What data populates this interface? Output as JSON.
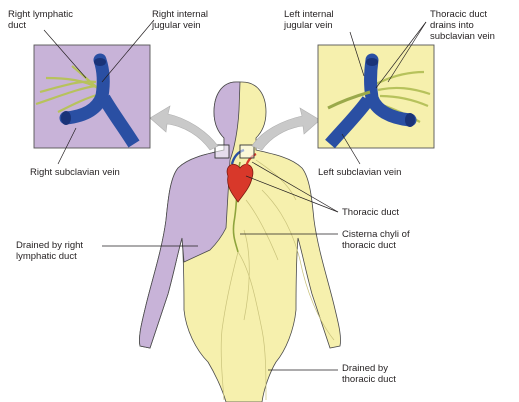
{
  "labels": {
    "right_lymphatic_duct": [
      "Right lymphatic",
      "duct"
    ],
    "right_internal_jugular": [
      "Right internal",
      "jugular vein"
    ],
    "left_internal_jugular": [
      "Left internal",
      "jugular vein"
    ],
    "thoracic_duct_drains": [
      "Thoracic duct",
      "drains into",
      "subclavian vein"
    ],
    "right_subclavian": "Right subclavian vein",
    "left_subclavian": "Left subclavian vein",
    "thoracic_duct": "Thoracic duct",
    "drained_by_right": [
      "Drained by right",
      "lymphatic duct"
    ],
    "cisterna_chyli": [
      "Cisterna chyli of",
      "thoracic duct"
    ],
    "drained_by_thoracic": [
      "Drained by",
      "thoracic duct"
    ]
  },
  "colors": {
    "right_region": "#c8b3d8",
    "left_region": "#f6f0ad",
    "vein": "#2a4fa3",
    "lymph_vessel": "#b7c25c",
    "outline": "#4a4a4a",
    "arrow": "#c9c9c9"
  }
}
